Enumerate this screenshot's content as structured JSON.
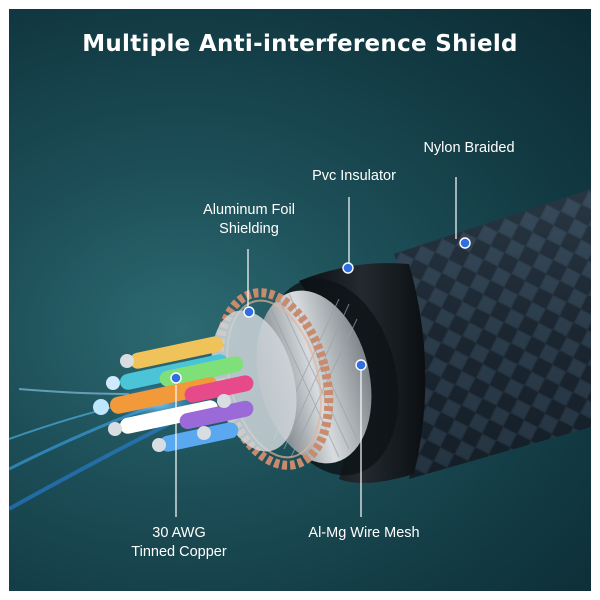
{
  "title": "Multiple Anti-interference Shield",
  "labels": {
    "nylon_braided": "Nylon Braided",
    "pvc_insulator": "Pvc Insulator",
    "aluminum_foil_line1": "Aluminum Foil",
    "aluminum_foil_line2": "Shielding",
    "awg_line1": "30 AWG",
    "awg_line2": "Tinned Copper",
    "wire_mesh": "Al-Mg Wire Mesh"
  },
  "colors": {
    "background": "#1d4f58",
    "text": "#ffffff",
    "callout_dot": "#2f6fe0",
    "copper": "#c98b6e",
    "braid": "#2a3946"
  }
}
